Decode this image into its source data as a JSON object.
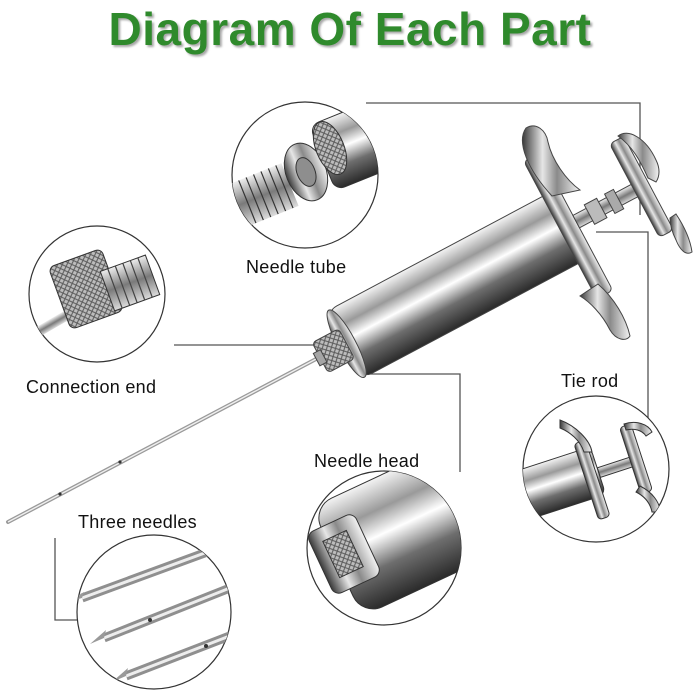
{
  "title": "Diagram Of Each Part",
  "labels": {
    "needle_tube": "Needle tube",
    "connection_end": "Connection end",
    "tie_rod": "Tie rod",
    "needle_head": "Needle head",
    "three_needles": "Three needles"
  },
  "colors": {
    "title": "#2f8a2c",
    "leader_line": "#555555",
    "metal": "#c8c8c8"
  }
}
